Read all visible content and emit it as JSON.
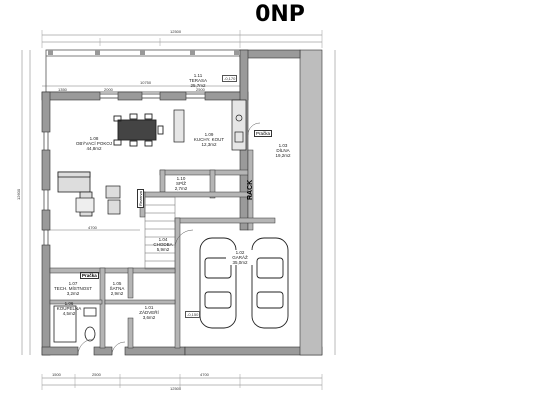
{
  "title": "0NP",
  "rooms": [
    {
      "id": "terasa",
      "number": "1.11",
      "name": "TERASA",
      "area": "25,7m2"
    },
    {
      "id": "obyvaci",
      "number": "1.08",
      "name": "OBÝVACÍ POKOJ",
      "area": "44,8m2"
    },
    {
      "id": "kuchyn",
      "number": "1.09",
      "name": "KUCHY. KOUT",
      "area": "12,3m2"
    },
    {
      "id": "dilna",
      "number": "1.03",
      "name": "DÍLNA",
      "area": "19,2m2"
    },
    {
      "id": "spiz",
      "number": "1.10",
      "name": "SPÍŽ",
      "area": "2,7m2"
    },
    {
      "id": "chodba",
      "number": "1.04",
      "name": "CHODBA",
      "area": "5,9m2"
    },
    {
      "id": "garaz",
      "number": "1.02",
      "name": "GARÁŽ",
      "area": "35,0m2"
    },
    {
      "id": "tech",
      "number": "1.07",
      "name": "TECH. MÍSTNOST",
      "area": "3,2m2"
    },
    {
      "id": "satna",
      "number": "1.05",
      "name": "ŠATNA",
      "area": "2,9m2"
    },
    {
      "id": "koupelna",
      "number": "1.06",
      "name": "KOUPELNA",
      "area": "4,5m2"
    },
    {
      "id": "zadveri",
      "number": "1.01",
      "name": "ZÁDVEŘÍ",
      "area": "3,6m2"
    }
  ],
  "labels": {
    "rack": "RACK",
    "pracka": "Pračka",
    "rezerva": "Rezerva",
    "dimensions": {
      "top_total": "12500",
      "terasa_span": "10750",
      "bottom_total": "12500",
      "left_total": "12600",
      "bottom_a": "1500",
      "bottom_b": "2500",
      "bottom_c": "4700",
      "top_a": "1350",
      "top_b": "2000",
      "top_c": "2500",
      "mid_a": "4700",
      "level_a": "-0,170",
      "level_b": "-0,150"
    }
  }
}
